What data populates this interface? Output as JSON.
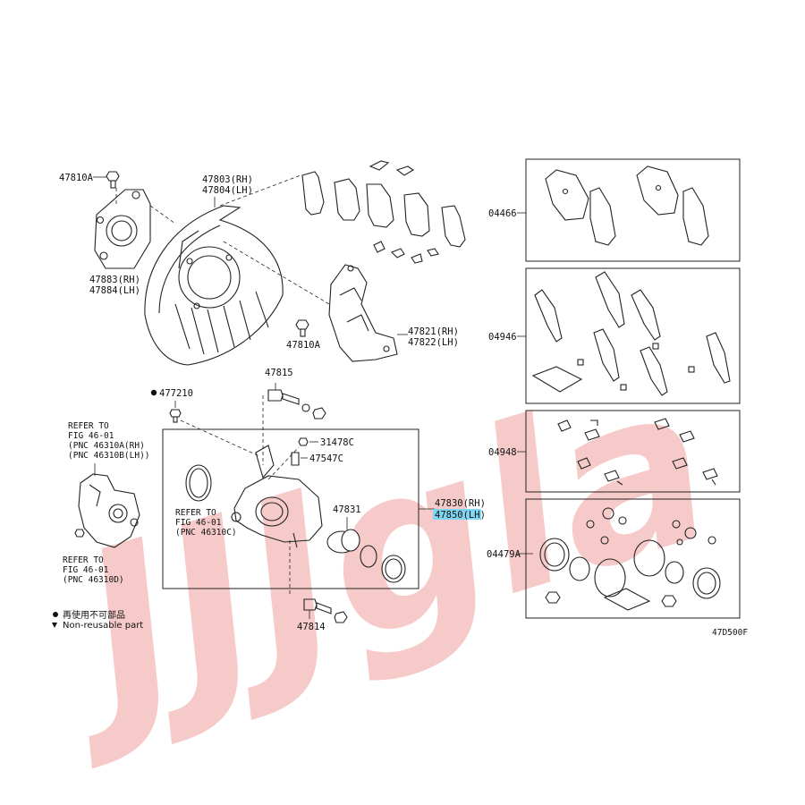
{
  "labels": {
    "p47810A_top": "47810A",
    "p47803": "47803(RH)",
    "p47804": "47804(LH)",
    "p47883": "47883(RH)",
    "p47884": "47884(LH)",
    "p47810A_mid": "47810A",
    "p47821": "47821(RH)",
    "p47822": "47822(LH)",
    "p47815": "47815",
    "p47721": "477210",
    "p31478": "31478C",
    "p47547": "47547C",
    "p47831": "47831",
    "p47830": "47830(RH)",
    "p47850": "47850(LH)",
    "p47814": "47814",
    "p04466": "04466",
    "p04946": "04946",
    "p04948": "04948",
    "p04479": "04479A",
    "fig_code": "47D500F"
  },
  "references": {
    "ref1": [
      "REFER TO",
      "FIG 46-01",
      "(PNC 46310A(RH)",
      "(PNC 46310B(LH))"
    ],
    "ref2": [
      "REFER TO",
      "FIG 46-01",
      "(PNC 46310C)"
    ],
    "ref3": [
      "REFER TO",
      "FIG 46-01",
      "(PNC 46310D)"
    ]
  },
  "legend": {
    "jp": "再使用不可部品",
    "en": "Non-reusable part"
  },
  "highlight_color": "#7fd6f2",
  "watermark": {
    "text": "JJJgla",
    "color": "#f2a0a0"
  }
}
